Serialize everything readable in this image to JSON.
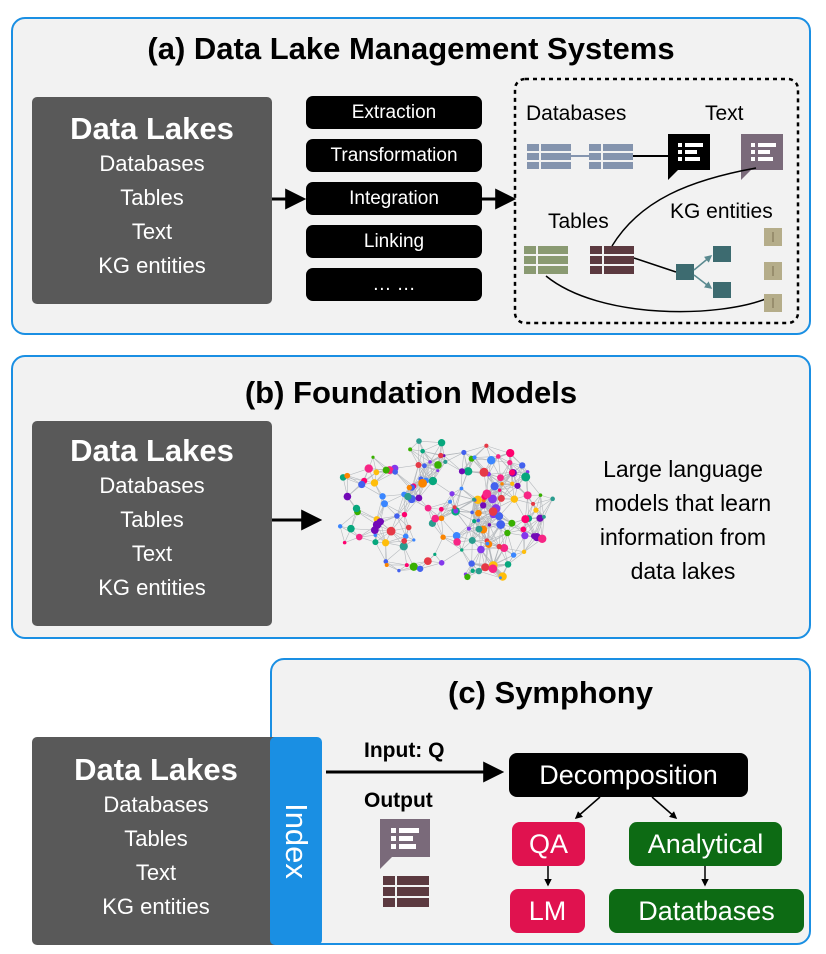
{
  "panel_a": {
    "title": "(a) Data Lake Management Systems",
    "lake": {
      "title": "Data Lakes",
      "items": [
        "Databases",
        "Tables",
        "Text",
        "KG entities"
      ]
    },
    "steps": [
      "Extraction",
      "Transformation",
      "Integration",
      "Linking",
      "… …"
    ],
    "labels": {
      "databases": "Databases",
      "text": "Text",
      "tables": "Tables",
      "kg": "KG entities"
    }
  },
  "panel_b": {
    "title": "(b) Foundation Models",
    "lake": {
      "title": "Data Lakes",
      "items": [
        "Databases",
        "Tables",
        "Text",
        "KG entities"
      ]
    },
    "description": [
      "Large language",
      "models that learn",
      "information from",
      "data lakes"
    ]
  },
  "panel_c": {
    "title": "(c) Symphony",
    "lake": {
      "title": "Data Lakes",
      "items": [
        "Databases",
        "Tables",
        "Text",
        "KG entities"
      ]
    },
    "index_label": "Index",
    "input_label": "Input: Q",
    "output_label": "Output",
    "decomposition": "Decomposition",
    "qa": "QA",
    "lm": "LM",
    "analytical": "Analytical",
    "databases": "Datatbases"
  },
  "colors": {
    "border": "#1a8fe3",
    "panel_bg": "#f2f2f2",
    "lake_bg": "#595959",
    "db_icon": "#8494ae",
    "table_green": "#8a9a72",
    "table_maroon": "#5c3a40",
    "text_purple": "#7a6a7a",
    "kg_teal": "#3d6b70",
    "kg_tan": "#b5ad8a",
    "red": "#e0124f",
    "green": "#0d6b14",
    "index_blue": "#1a8fe3"
  }
}
